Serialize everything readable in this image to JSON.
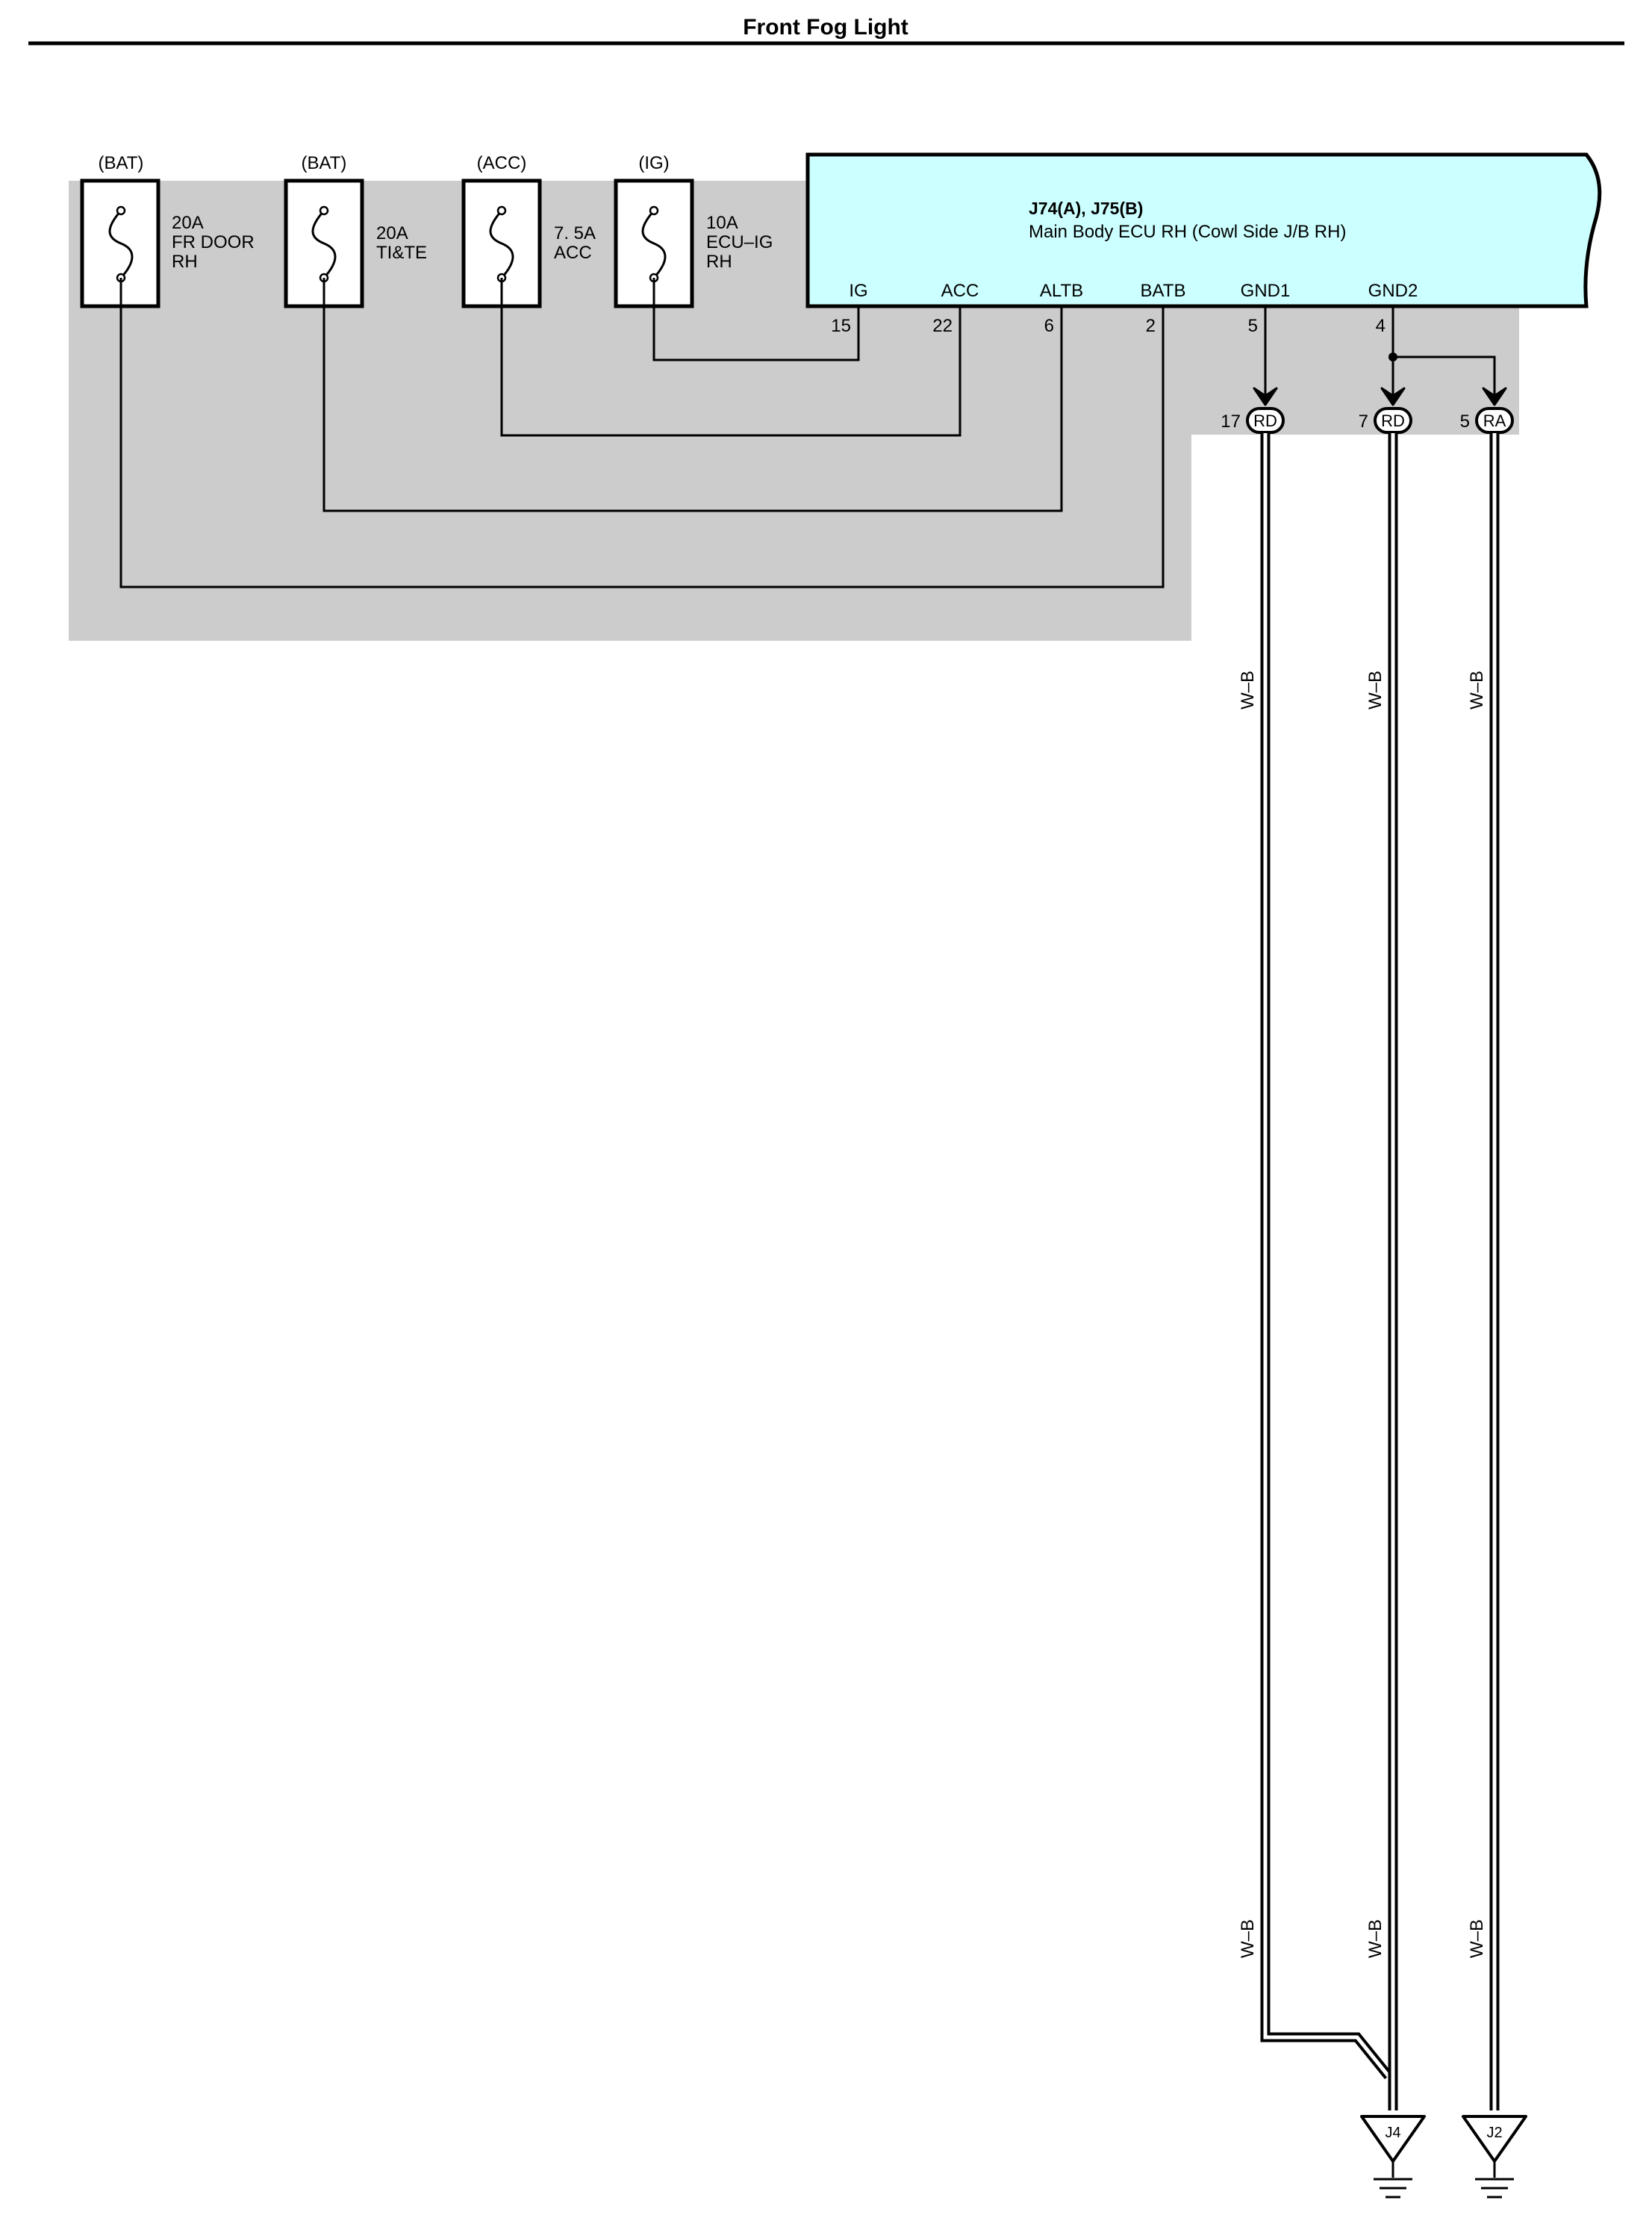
{
  "title": "Front Fog Light",
  "fuses": [
    {
      "source": "(BAT)",
      "line1": "20A",
      "line2": "FR DOOR",
      "line3": "RH"
    },
    {
      "source": "(BAT)",
      "line1": "20A",
      "line2": "TI&TE",
      "line3": ""
    },
    {
      "source": "(ACC)",
      "line1": "7. 5A",
      "line2": "ACC",
      "line3": ""
    },
    {
      "source": "(IG)",
      "line1": "10A",
      "line2": "ECU–IG",
      "line3": "RH"
    }
  ],
  "ecu": {
    "connectors": "J74(A), J75(B)",
    "name": "Main Body ECU RH (Cowl Side J/B RH)",
    "terminals": [
      {
        "name": "IG",
        "pin": "15"
      },
      {
        "name": "ACC",
        "pin": "22"
      },
      {
        "name": "ALTB",
        "pin": "6"
      },
      {
        "name": "BATB",
        "pin": "2"
      },
      {
        "name": "GND1",
        "pin": "5"
      },
      {
        "name": "GND2",
        "pin": "4"
      }
    ]
  },
  "junctions": [
    {
      "pin": "17",
      "code": "RD"
    },
    {
      "pin": "7",
      "code": "RD"
    },
    {
      "pin": "5",
      "code": "RA"
    }
  ],
  "wire_color": "W–B",
  "grounds": [
    {
      "label": "J4"
    },
    {
      "label": "J2"
    }
  ],
  "colors": {
    "ecu_fill": "#ccffff",
    "shade": "#cccccc"
  }
}
